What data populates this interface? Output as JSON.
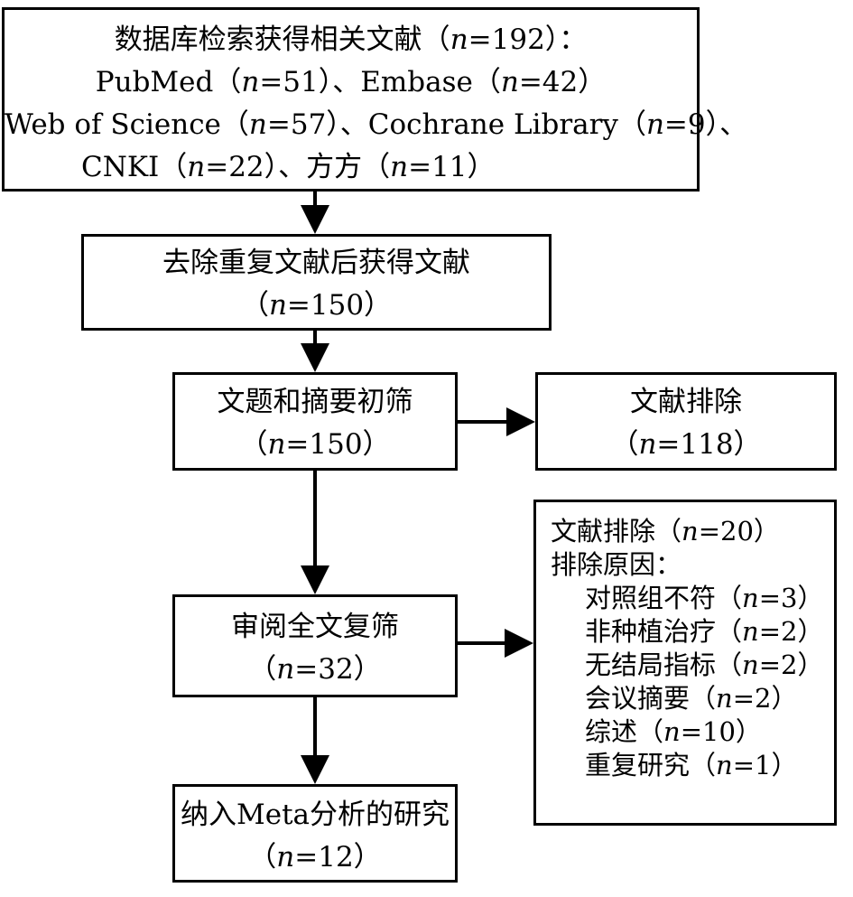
{
  "box1": {
    "line1": {
      "pre": "数据库检索获得相关文献（",
      "n": "n",
      "post": "=192）："
    },
    "line2": {
      "a": "PubMed（",
      "n1": "n",
      "b": "=51）、Embase（",
      "n2": "n",
      "c": "=42）"
    },
    "line3": {
      "a": "Web of Science（",
      "n1": "n",
      "b": "=57）、Cochrane Library（",
      "n2": "n",
      "c": "=9）、"
    },
    "line4": {
      "a": "CNKI（",
      "n1": "n",
      "b": "=22）、方方（",
      "n2": "n",
      "c": "=11）"
    }
  },
  "box2": {
    "title": "去除重复文献后获得文献",
    "pre": "（",
    "n": "n",
    "post": "=150）"
  },
  "box3": {
    "title": "文题和摘要初筛",
    "pre": "（",
    "n": "n",
    "post": "=150）"
  },
  "box4": {
    "title": "文献排除",
    "pre": "（",
    "n": "n",
    "post": "=118）"
  },
  "box5": {
    "title": "审阅全文复筛",
    "pre": "（",
    "n": "n",
    "post": "=32）"
  },
  "box6": {
    "title": "纳入Meta分析的研究",
    "pre": "（",
    "n": "n",
    "post": "=12）"
  },
  "box7": {
    "heading": {
      "pre": "文献排除（",
      "n": "n",
      "post": "=20）"
    },
    "reasons_label": "排除原因：",
    "reasons": [
      {
        "pre": "对照组不符（",
        "n": "n",
        "post": "=3）"
      },
      {
        "pre": "非种植治疗（",
        "n": "n",
        "post": "=2）"
      },
      {
        "pre": "无结局指标（",
        "n": "n",
        "post": "=2）"
      },
      {
        "pre": "会议摘要（",
        "n": "n",
        "post": "=2）"
      },
      {
        "pre": "综述（",
        "n": "n",
        "post": "=10）"
      },
      {
        "pre": "重复研究（",
        "n": "n",
        "post": "=1）"
      }
    ]
  }
}
